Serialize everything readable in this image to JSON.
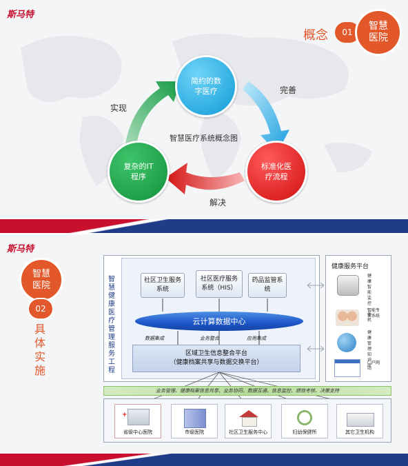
{
  "slide1": {
    "logo": "斯马特",
    "section_title": "概念",
    "section_number": "01",
    "badge": "智慧医院",
    "diagram_title": "智慧医疗系统概念图",
    "nodes": {
      "top": "简约的数字医疗",
      "right": "标准化医疗流程",
      "left": "复杂的IT程序"
    },
    "arrows": {
      "top_right": "完善",
      "bottom": "解决",
      "left": "实现"
    },
    "colors": {
      "top": "#1fb4ec",
      "right": "#e01b1b",
      "left": "#1aa34a",
      "badge": "#e2582b"
    }
  },
  "slide2": {
    "logo": "斯马特",
    "badge": "智慧医院",
    "section_number": "02",
    "section_title": "具体实施",
    "vertical_label": "智慧健康医疗管理服务工程",
    "systems": [
      "社区卫生服务系统",
      "社区医疗服务系统（HIS）",
      "药品监管系统"
    ],
    "cloud": "云计算数据中心",
    "flows": [
      "数据集成",
      "业务整合",
      "应用集成"
    ],
    "platform_line1": "区域卫生信息整合平台",
    "platform_line2": "（健康档案共享与数据交换平台）",
    "health_platform": {
      "title": "健康服务平台",
      "items": [
        "健康智能监控一体机",
        "智能专家系统",
        "健康管理知识库",
        "门户网站"
      ]
    },
    "banner": "业务管理、健康档案信息共享、业务协同、数据互通、信息监控、绩效考核、决策支持",
    "facilities": [
      "省级中心医院",
      "市级医院",
      "社区卫生服务中心",
      "妇幼保健所",
      "其它卫生机构"
    ]
  }
}
